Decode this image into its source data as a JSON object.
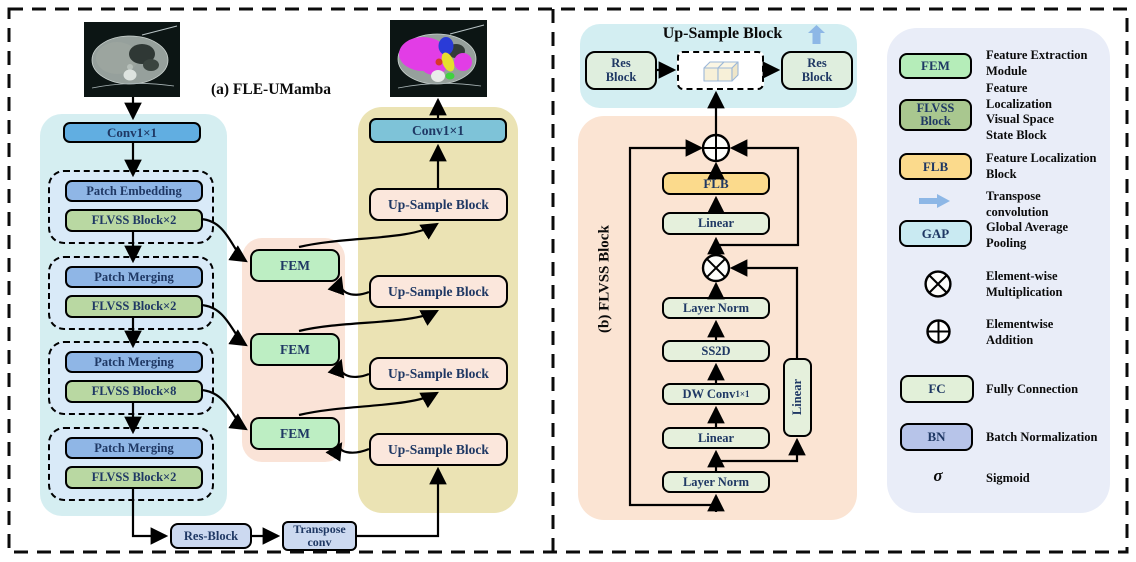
{
  "figure": {
    "panel_a_title": "(a) FLE-UMamba",
    "panel_b_side_label": "(b) FLVSS Block",
    "upsample_panel_title": "Up-Sample Block"
  },
  "panel_a": {
    "encoder_conv": "Conv1×1",
    "stages": [
      {
        "top": "Patch Embedding",
        "bottom": "FLVSS Block×2"
      },
      {
        "top": "Patch Merging",
        "bottom": "FLVSS Block×2"
      },
      {
        "top": "Patch Merging",
        "bottom": "FLVSS Block×8"
      },
      {
        "top": "Patch Merging",
        "bottom": "FLVSS Block×2"
      }
    ],
    "fem": [
      "FEM",
      "FEM",
      "FEM"
    ],
    "decoder_conv": "Conv1×1",
    "upsample_blocks": [
      "Up-Sample Block",
      "Up-Sample Block",
      "Up-Sample Block",
      "Up-Sample Block"
    ],
    "res_block": "Res-Block",
    "transpose_conv": "Transpose\nconv"
  },
  "panel_b": {
    "res_block_left": "Res\nBlock",
    "res_block_right": "Res\nBlock",
    "flb": "FLB",
    "linear_top": "Linear",
    "layer_norm_top": "Layer Norm",
    "ss2d": "SS2D",
    "dw_conv": "DW Conv",
    "dw_conv_sub": "1×1",
    "linear_bottom": "Linear",
    "layer_norm_bottom": "Layer Norm",
    "linear_side": "Linear"
  },
  "legend": {
    "items": [
      {
        "icon_label": "FEM",
        "desc": "Feature Extraction\nModule"
      },
      {
        "icon_label": "FLVSS\nBlock",
        "desc": "Feature\nLocalization\nVisual Space\nState Block"
      },
      {
        "icon_label": "FLB",
        "desc": "Feature Localization\nBlock"
      },
      {
        "icon_label": "transpose-arrow",
        "desc": "Transpose\nconvolution"
      },
      {
        "icon_label": "GAP",
        "desc": "Global Average\nPooling"
      },
      {
        "icon_label": "multiply-circle",
        "desc": "Element-wise\nMultiplication"
      },
      {
        "icon_label": "add-circle",
        "desc": "Elementwise\nAddition"
      },
      {
        "icon_label": "FC",
        "desc": "Fully Connection"
      },
      {
        "icon_label": "BN",
        "desc": "Batch Normalization"
      },
      {
        "icon_label": "sigma",
        "symbol": "σ",
        "desc": "Sigmoid"
      }
    ]
  },
  "colors": {
    "encoder_panel": "#d5eef1",
    "encoder_conv": "#61aee1",
    "patch_box": "#8fb6e6",
    "flvss_box": "#b9d8a2",
    "stage_group": "#d9eaf8",
    "fem_panel": "#fae3d7",
    "fem_box": "#bdeec3",
    "decoder_panel": "#ebe3b4",
    "decoder_conv": "#7ec3d8",
    "upsample_box": "#fbe7dc",
    "res_transpose_box": "#ccd9f0",
    "upsample_panel": "#d3eef2",
    "res_block_box": "#dfeede",
    "flvss_panel": "#fbe4d3",
    "inner_box": "#e5f0dc",
    "flb_box": "#fbda8c",
    "legend_panel": "#e9edf8",
    "legend_fem": "#b5edb9",
    "legend_flvss": "#a9c78f",
    "legend_flb": "#fbda8c",
    "legend_gap": "#c9eaf2",
    "legend_fc": "#e2f0d9",
    "legend_bn": "#b7c4e9",
    "arrow_blue": "#8db7e6",
    "label_navy": "#1f3864"
  }
}
